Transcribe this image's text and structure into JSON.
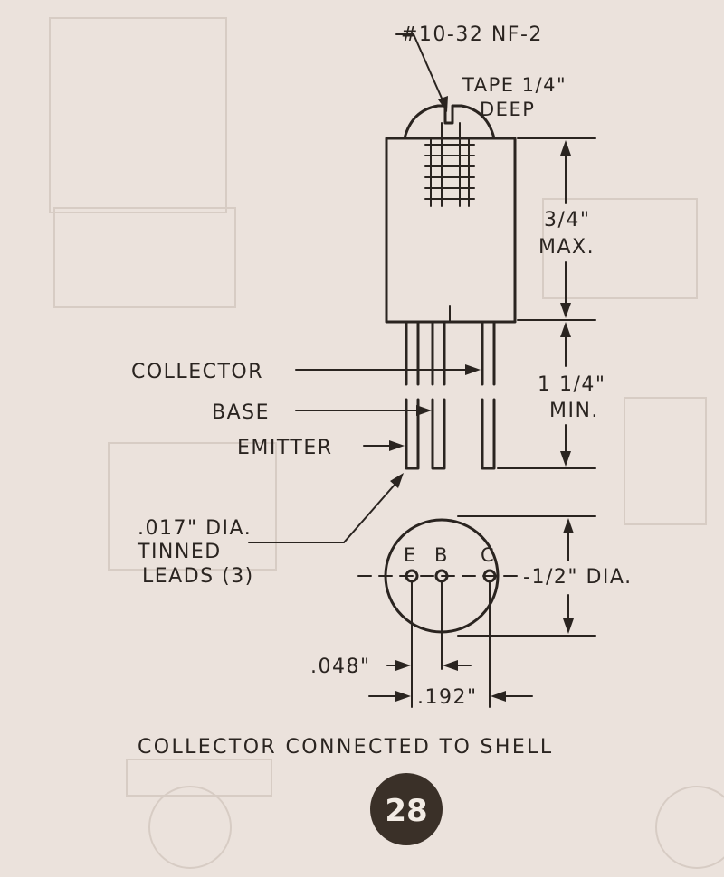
{
  "diagram": {
    "labels": {
      "thread": "#10-32 NF-2",
      "tape_line1": "TAPE 1/4\"",
      "tape_line2": "DEEP",
      "height_value": "3/4\"",
      "height_qual": "MAX.",
      "lead_len_value": "1 1/4\"",
      "lead_len_qual": "MIN.",
      "collector": "COLLECTOR",
      "base": "BASE",
      "emitter": "EMITTER",
      "lead_line1": ".017\" DIA.",
      "lead_line2": "TINNED",
      "lead_line3": "LEADS (3)",
      "pin_e": "E",
      "pin_b": "B",
      "pin_c": "C",
      "diameter": "1/2\" DIA.",
      "spacing_small": ".048\"",
      "spacing_large": ".192\"",
      "caption": "COLLECTOR CONNECTED TO SHELL"
    },
    "page_number": "28"
  },
  "colors": {
    "paper": "#ebe2dc",
    "ink": "#2a2420",
    "badge": "#3a3028"
  }
}
